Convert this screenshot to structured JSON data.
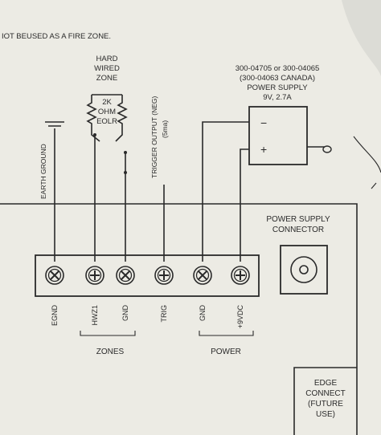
{
  "colors": {
    "paper": "#ecebe4",
    "ink": "#2a2a2a",
    "page_edge": "#b8b8b4"
  },
  "header": {
    "note": "IOT BEUSED AS A FIRE ZONE."
  },
  "hardwired": {
    "label_lines": [
      "HARD",
      "WIRED",
      "ZONE"
    ],
    "resistor_lines": [
      "2K",
      "OHM",
      "EOLR"
    ]
  },
  "earth_ground_label": "EARTH GROUND",
  "trigger": {
    "line1": "TRIGGER OUTPUT (NEG)",
    "line2": "(5ma)"
  },
  "power_supply": {
    "lines": [
      "300-04705 or 300-04065",
      "(300-04063 CANADA)",
      "POWER SUPPLY",
      "9V, 2.7A"
    ],
    "minus": "−",
    "plus": "+"
  },
  "connector": {
    "lines": [
      "POWER SUPPLY",
      "CONNECTOR"
    ]
  },
  "terminals": [
    {
      "label": "EGND",
      "screw": "cross"
    },
    {
      "label": "HWZ1",
      "screw": "plus"
    },
    {
      "label": "GND",
      "screw": "cross"
    },
    {
      "label": "TRIG",
      "screw": "plus"
    },
    {
      "label": "GND",
      "screw": "cross"
    },
    {
      "label": "+9VDC",
      "screw": "plus"
    }
  ],
  "groups": {
    "zones": "ZONES",
    "power": "POWER"
  },
  "edge_connect": {
    "lines": [
      "EDGE",
      "CONNECT",
      "(FUTURE",
      "USE)"
    ]
  }
}
